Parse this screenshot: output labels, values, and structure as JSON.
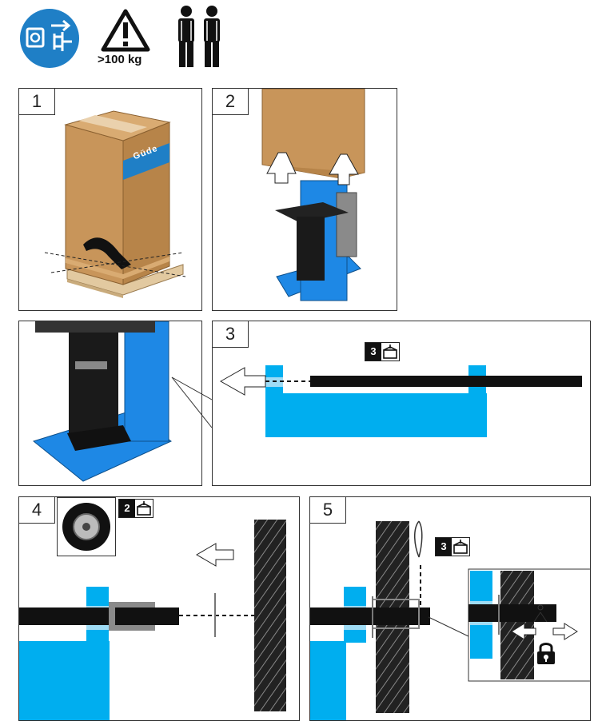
{
  "header": {
    "unplug_icon": "disconnect-power-icon",
    "warning_icon": "warning-triangle-icon",
    "weight_label": ">100 kg",
    "persons_icon": "two-persons-icon",
    "brand_color": "#1f7fc6"
  },
  "steps": [
    {
      "number": "1",
      "box_brand": "Güde"
    },
    {
      "number": "2"
    },
    {
      "number": "3",
      "badge_count": "3",
      "badge_icon": "parts-box-icon"
    },
    {
      "number": "4",
      "badge_count": "2",
      "badge_icon": "parts-box-icon"
    },
    {
      "number": "5",
      "badge_count": "3",
      "badge_icon": "parts-box-icon"
    }
  ],
  "colors": {
    "machine_blue": "#1e88e5",
    "rail_cyan": "#00aeef",
    "cardboard": "#c8955a"
  }
}
